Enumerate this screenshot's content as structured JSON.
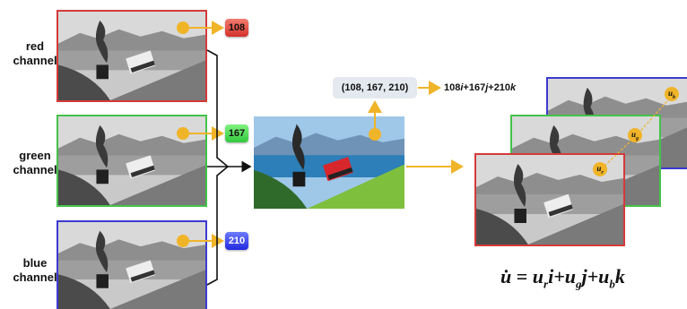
{
  "channels": [
    {
      "label": "red\nchannel",
      "value": "108",
      "border": "#d43a3a",
      "badge_color": "#e3463c"
    },
    {
      "label": "green\nchannel",
      "value": "167",
      "border": "#44c24a",
      "badge_color": "#49d65a"
    },
    {
      "label": "blue\nchannel",
      "value": "210",
      "border": "#3b3bd1",
      "badge_color": "#3b45ea"
    }
  ],
  "tuple": "(108, 167, 210)",
  "quaternion_parts": [
    "108",
    "i",
    "+167",
    "j",
    "+210",
    "k"
  ],
  "formula": {
    "lhs": "u̇",
    "eq": " = ",
    "t1": "u",
    "s1": "r",
    "v1": "i",
    "t2": "+u",
    "s2": "g",
    "v2": "j",
    "t3": "+u",
    "s3": "b",
    "v3": "k"
  },
  "stack_badges": [
    {
      "base": "u",
      "sub": "b"
    },
    {
      "base": "u",
      "sub": "g"
    },
    {
      "base": "u",
      "sub": "r"
    }
  ],
  "colors": {
    "arrow": "#f0b429",
    "connector": "#111111",
    "tuple_bg": "#e4e9ef"
  }
}
